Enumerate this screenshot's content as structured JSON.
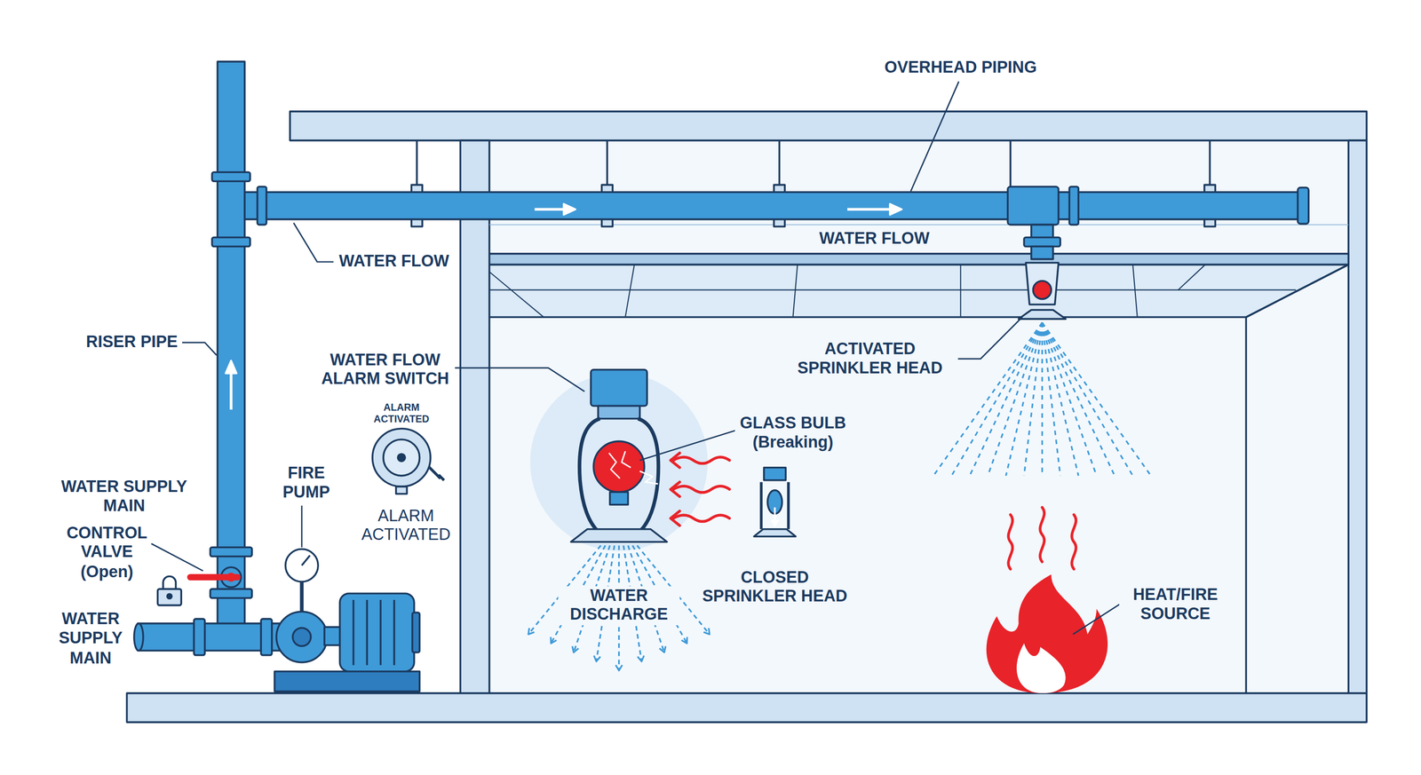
{
  "diagram": {
    "labels": [
      "OVERHEAD PIPING",
      "WATER FLOW",
      "WATER FLOW",
      "RISER PIPE",
      "WATER FLOW ALARM SWITCH",
      "ALARM ACTIVATED",
      "ALARM ACTIVATED",
      "GLASS BULB (Breaking)",
      "ACTIVATED SPRINKLER HEAD",
      "WATER SUPPLY MAIN",
      "FIRE PUMP",
      "CONTROL VALVE (Open)",
      "WATER SUPPLY MAIN",
      "WATER DISCHARGE",
      "CLOSED SPRINKLER HEAD",
      "HEAT/FIRE SOURCE"
    ]
  }
}
